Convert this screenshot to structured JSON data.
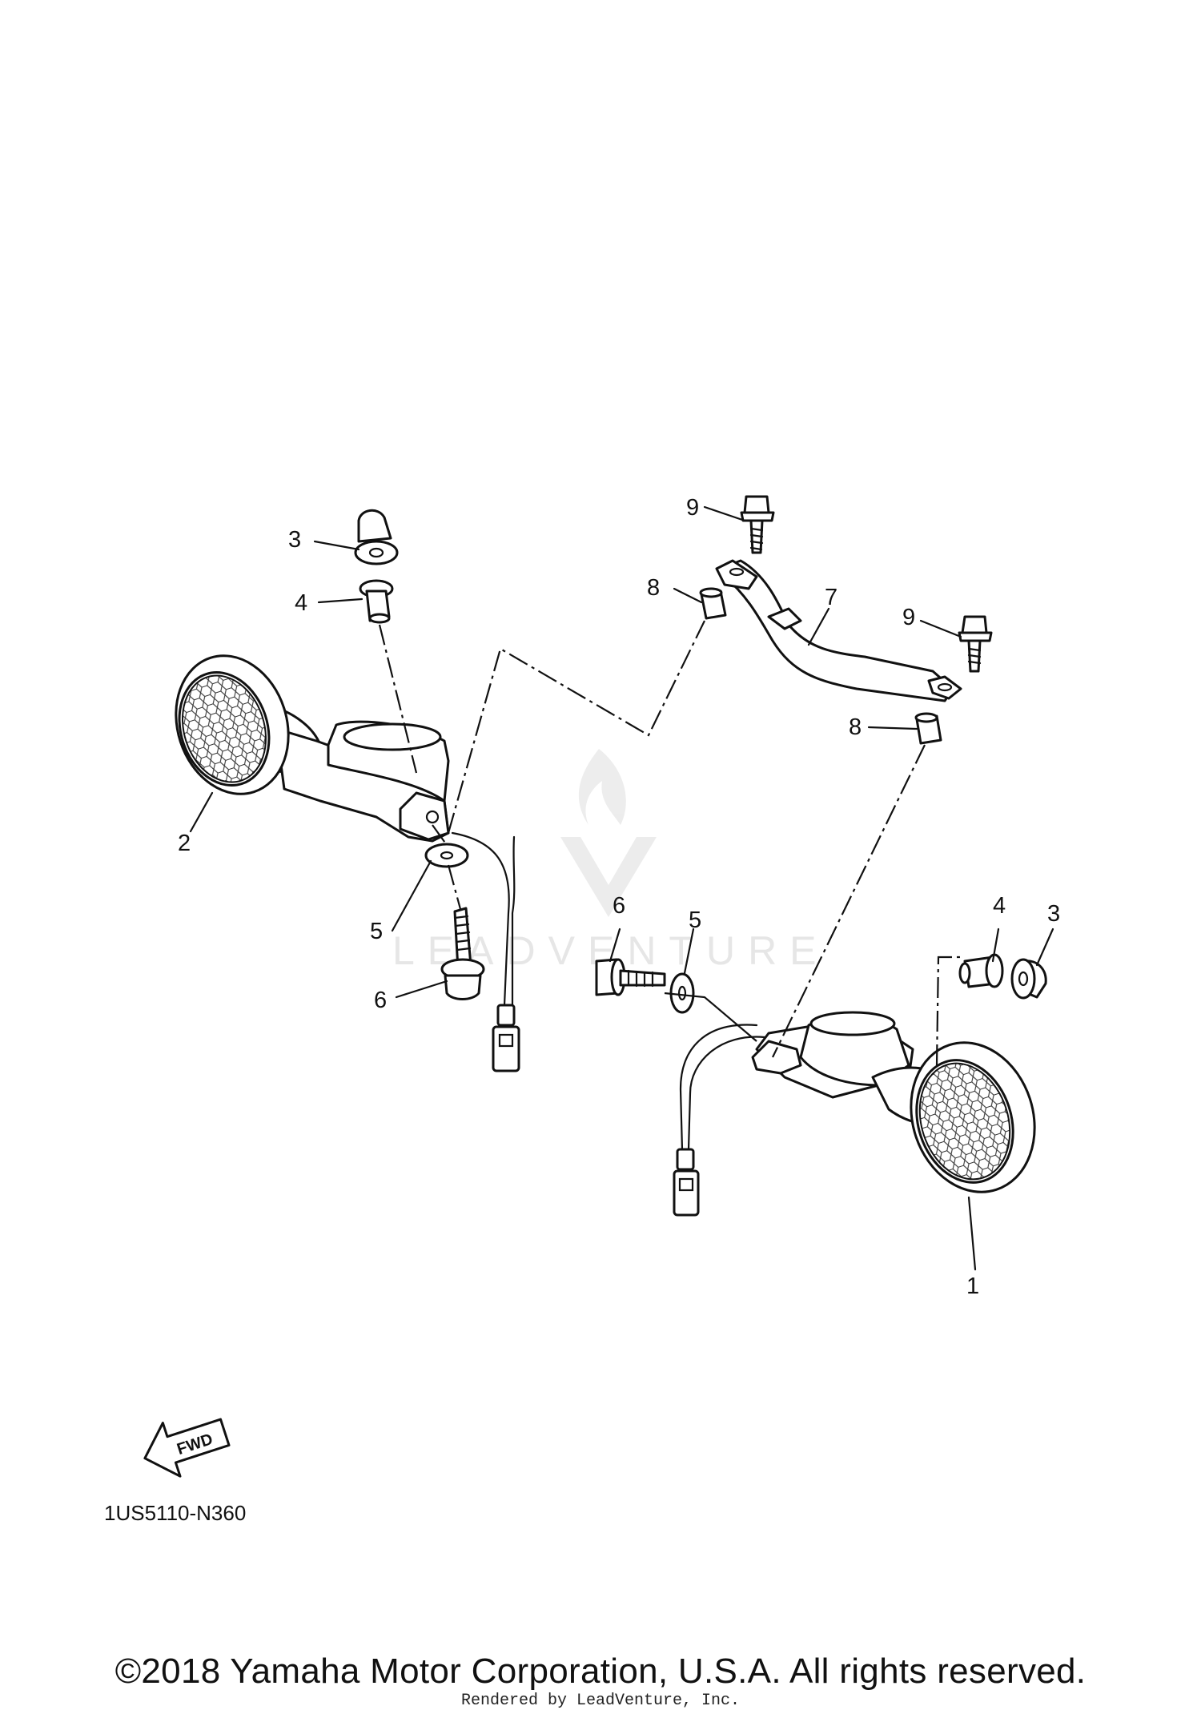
{
  "callouts": {
    "c1": "1",
    "c2": "2",
    "c3a": "3",
    "c3b": "3",
    "c4a": "4",
    "c4b": "4",
    "c5a": "5",
    "c5b": "5",
    "c6a": "6",
    "c6b": "6",
    "c7": "7",
    "c8a": "8",
    "c8b": "8",
    "c9a": "9",
    "c9b": "9"
  },
  "fwd_label": "FWD",
  "diagram_code": "1US5110-N360",
  "watermark": "LEADVENTURE",
  "copyright": "©2018 Yamaha Motor Corporation, U.S.A. All rights reserved.",
  "rendered_by": "Rendered by LeadVenture, Inc.",
  "colors": {
    "line": "#111111",
    "watermark": "#e6e6e6",
    "background": "#ffffff"
  }
}
